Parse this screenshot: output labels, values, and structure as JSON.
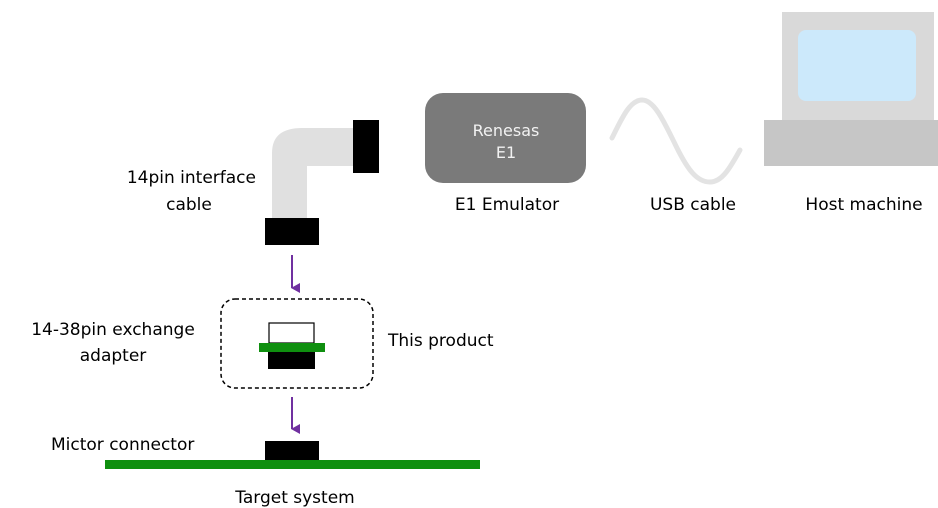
{
  "diagram": {
    "cable_label_line1": "14pin interface",
    "cable_label_line2": "cable",
    "emulator_brand": "Renesas",
    "emulator_model": "E1",
    "emulator_label": "E1 Emulator",
    "usb_label": "USB cable",
    "host_label": "Host machine",
    "adapter_label_line1": "14-38pin exchange",
    "adapter_label_line2": "adapter",
    "product_label": "This product",
    "mictor_label": "Mictor connector",
    "target_label": "Target system"
  },
  "colors": {
    "cable": "#e0e0e0",
    "connector": "#000000",
    "emulator_body": "#7a7a7a",
    "usb_wire": "#e3e3e3",
    "monitor_body": "#d9d9d9",
    "monitor_screen": "#cce9fb",
    "host_base": "#c6c6c6",
    "arrow": "#7030a0",
    "board": "#0f8f0f"
  }
}
